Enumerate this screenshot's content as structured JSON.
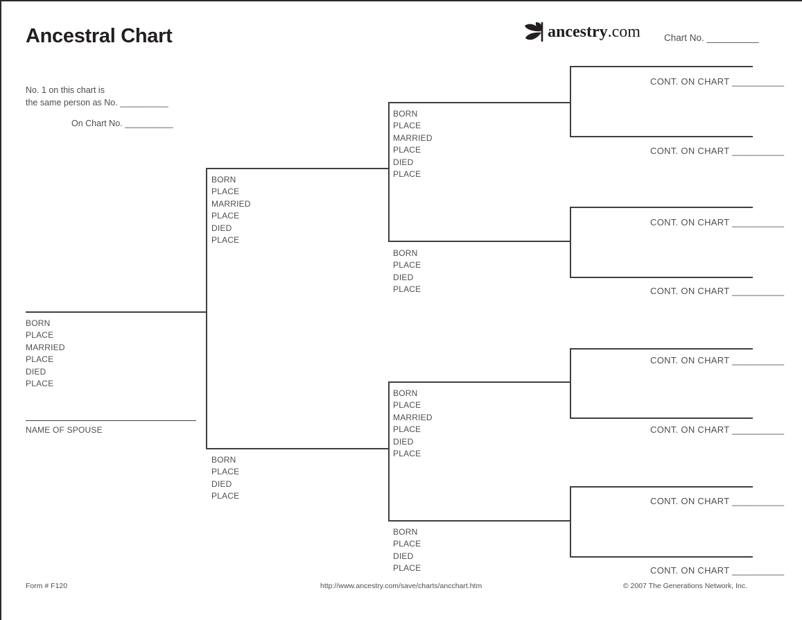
{
  "header": {
    "title": "Ancestral Chart",
    "logo_bold": "ancestry",
    "logo_suffix": ".com",
    "chart_no": "Chart No. __________"
  },
  "note": {
    "line1": "No. 1 on this chart is",
    "line2": "the same person as No. __________",
    "line3": "On Chart No. __________"
  },
  "field_labels": {
    "full": [
      "BORN",
      "PLACE",
      "MARRIED",
      "PLACE",
      "DIED",
      "PLACE"
    ],
    "short": [
      "BORN",
      "PLACE",
      "DIED",
      "PLACE"
    ],
    "spouse": "NAME OF SPOUSE",
    "cont_on_chart": "CONT. ON CHART __________"
  },
  "footer": {
    "form_number": "Form # F120",
    "url": "http://www.ancestry.com/save/charts/ancchart.htm",
    "copyright": "© 2007 The Generations Network, Inc."
  },
  "colors": {
    "line": "#3f3f3f",
    "text": "#4e4e50",
    "title": "#231f20"
  }
}
